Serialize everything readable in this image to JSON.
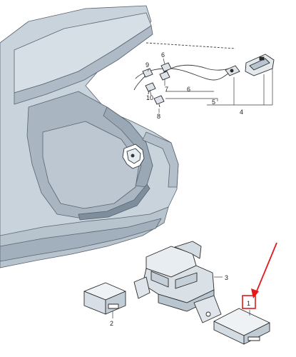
{
  "callouts": {
    "c1": "1",
    "c2": "2",
    "c3": "3",
    "c4": "4",
    "c5": "5",
    "c6_top": "6",
    "c6_mid": "6",
    "c7": "7",
    "c8": "8",
    "c9": "9",
    "c10": "10"
  },
  "colors": {
    "car_body": "#c9d3dc",
    "car_shadow": "#a9b6c2",
    "car_dark": "#8f9ead",
    "line": "#3a3a3a",
    "annotation_red": "#e0191b"
  }
}
